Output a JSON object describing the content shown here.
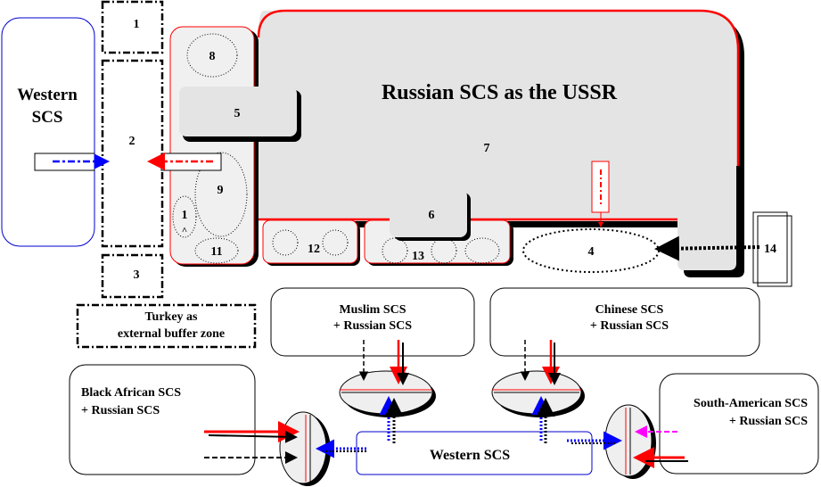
{
  "diagram": {
    "title": "Russian SCS as the USSR",
    "western_left": "Western SCS",
    "western_left_lines": [
      "Western",
      "SCS"
    ],
    "western_bottom": "Western SCS",
    "turkey_lines": [
      "Turkey as",
      "external buffer zone"
    ],
    "muslim_lines": [
      "Muslim SCS",
      "+ Russian SCS"
    ],
    "chinese_lines": [
      "Chinese SCS",
      "+ Russian SCS"
    ],
    "african_lines": [
      "Black African SCS",
      "+ Russian SCS"
    ],
    "south_american_lines": [
      "South-American SCS",
      "+ Russian SCS"
    ],
    "regions": {
      "r1": "1",
      "r2": "2",
      "r3": "3",
      "r4": "4",
      "r5": "5",
      "r6": "6",
      "r7": "7",
      "r8": "8",
      "r9": "9",
      "r10": "1",
      "r10_sub": "^",
      "r11": "11",
      "r12": "12",
      "r13": "13",
      "r14": "14"
    },
    "colors": {
      "russia_fill": "#e4e4e4",
      "russia_border": "#ff0000",
      "western_border": "#0000cc",
      "arrow_red": "#ff0000",
      "arrow_blue": "#0000ff",
      "arrow_magenta": "#ff00ff",
      "junction_fill": "#efefef"
    }
  }
}
